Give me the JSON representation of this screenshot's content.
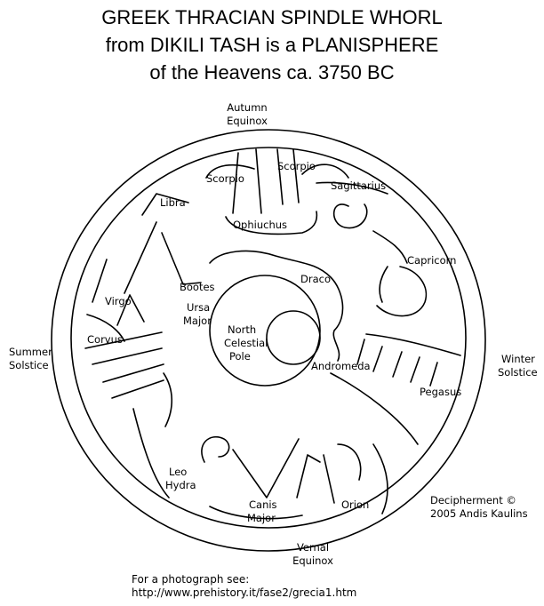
{
  "title": {
    "line1": "GREEK THRACIAN SPINDLE WHORL",
    "line2": "from DIKILI TASH is a PLANISPHERE",
    "line3": "of the Heavens ca. 3750 BC"
  },
  "cardinal": {
    "autumn": [
      "Autumn",
      "Equinox"
    ],
    "summer": [
      "Summer",
      "Solstice"
    ],
    "winter": [
      "Winter",
      "Solstice"
    ],
    "vernal": [
      "Vernal",
      "Equinox"
    ]
  },
  "constellations": {
    "scorpio_left": "Scorpio",
    "scorpio_right": "Scorpio",
    "sagittarius": "Sagittarius",
    "libra": "Libra",
    "ophiuchus": "Ophiuchus",
    "capricorn": "Capricorn",
    "draco": "Draco",
    "bootes": "Boötes",
    "virgo": "Virgo",
    "ursa_major": [
      "Ursa",
      "Major"
    ],
    "north_celestial_pole": [
      "North",
      "Celestial",
      "Pole"
    ],
    "corvus": "Corvus",
    "andromeda": "Andromeda",
    "pegasus": "Pegasus",
    "leo_hydra": [
      "Leo",
      "Hydra"
    ],
    "canis_major": [
      "Canis",
      "Major"
    ],
    "orion": "Orion"
  },
  "credit": [
    "Decipherment ©",
    "2005 Andis Kaulins"
  ],
  "photo_note": {
    "label": "For a photograph see:",
    "url": "http://www.prehistory.it/fase2/grecia1.htm"
  }
}
